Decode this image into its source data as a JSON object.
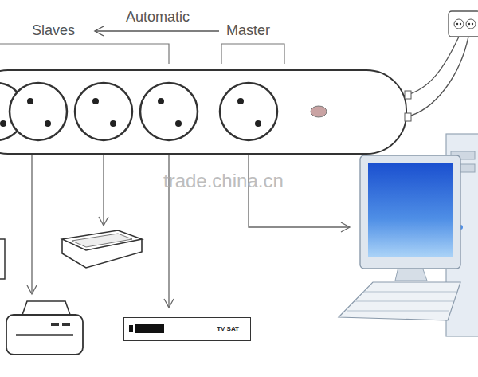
{
  "diagram": {
    "nodes": [
      {
        "text": [
          "TV SAT"
        ]
      }
    ],
    "labels": [
      "Automatic",
      "Slaves",
      "Master",
      "trade.china.cn"
    ]
  }
}
